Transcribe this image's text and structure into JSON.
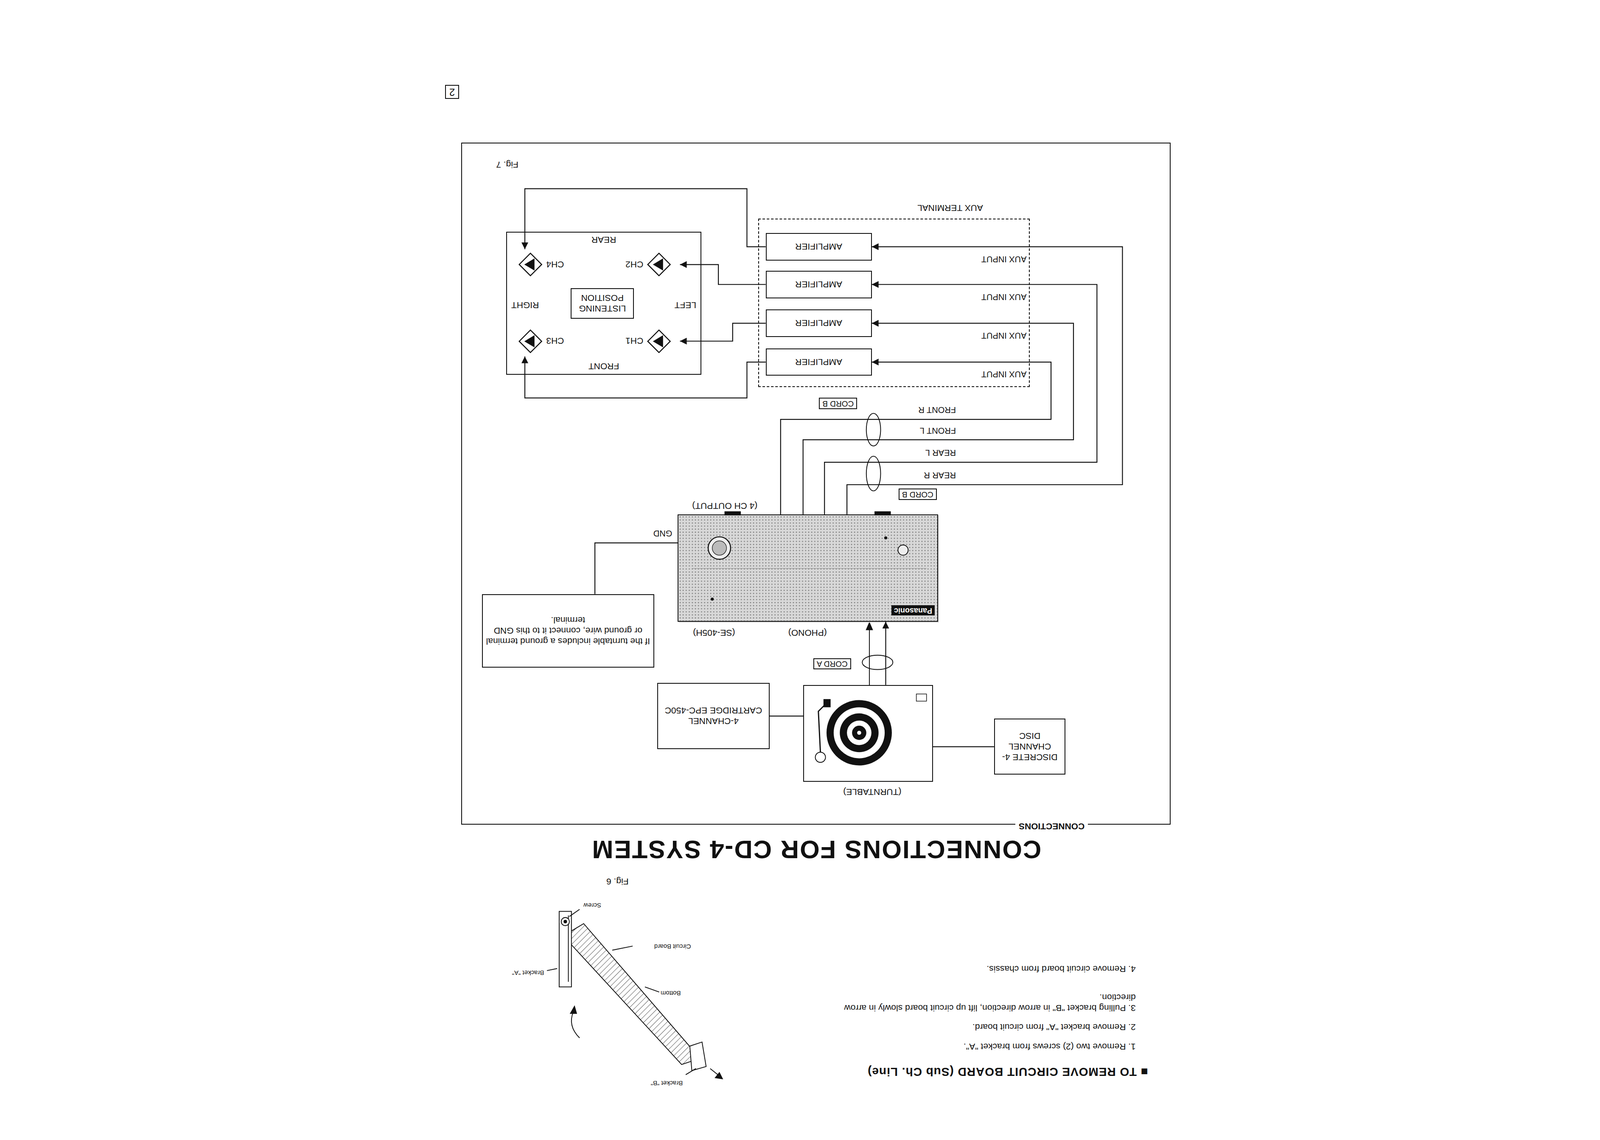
{
  "diagram": {
    "title": "CONNECTIONS FOR CD-4 SYSTEM",
    "nodes": [
      {
        "text": [
          "CONNECTIONS"
        ]
      },
      {
        "text": [
          "DISCRETE 4-CHANNEL DISC"
        ],
        "in": 0
      },
      {
        "text": [
          "(TURNTABLE)"
        ],
        "in": 0
      },
      {
        "text": [
          "4-CHANNEL CARTRIDGE EPC-450C"
        ],
        "in": 0
      },
      {
        "text": [
          "If the turntable includes a ground terminal or ground wire, connect it to this GND terminal."
        ],
        "in": 0
      },
      {
        "text": [
          "(PHONO)",
          "(SE-405H)",
          "(4 CH OUTPUT)"
        ],
        "in": 0
      },
      {
        "text": [
          "AUX TERMINAL"
        ],
        "in": 0
      },
      {
        "text": [
          "AMPLIFIER"
        ],
        "in": 6
      },
      {
        "text": [
          "AMPLIFIER"
        ],
        "in": 6
      },
      {
        "text": [
          "AMPLIFIER"
        ],
        "in": 6
      },
      {
        "text": [
          "AMPLIFIER"
        ],
        "in": 6
      },
      {
        "text": [
          "FRONT",
          "LEFT",
          "RIGHT",
          "REAR"
        ],
        "in": 0
      },
      {
        "text": [
          "LISTENING POSITION"
        ],
        "in": 11
      },
      {
        "text": [
          "CH1"
        ],
        "in": 11
      },
      {
        "text": [
          "CH3"
        ],
        "in": 11
      },
      {
        "text": [
          "CH2"
        ],
        "in": 11
      },
      {
        "text": [
          "CH4"
        ],
        "in": 11
      }
    ],
    "edges": [
      {
        "from": 1,
        "to": 2,
        "arrow": "none"
      },
      {
        "from": 3,
        "to": 2,
        "arrow": "none"
      },
      {
        "from": 2,
        "to": 5,
        "arrow": "to"
      },
      {
        "from": 4,
        "to": 5,
        "label": "GND",
        "arrow": "none"
      },
      {
        "from": 5,
        "to": 7,
        "label": "FRONT R",
        "arrow": "to"
      },
      {
        "from": 5,
        "to": 8,
        "label": "FRONT L",
        "arrow": "to"
      },
      {
        "from": 5,
        "to": 9,
        "label": "REAR L",
        "arrow": "to"
      },
      {
        "from": 5,
        "to": 10,
        "label": "REAR R",
        "arrow": "to"
      },
      {
        "from": 7,
        "to": 14,
        "arrow": "to"
      },
      {
        "from": 8,
        "to": 13,
        "arrow": "to"
      },
      {
        "from": 9,
        "to": 15,
        "arrow": "to"
      },
      {
        "from": 10,
        "to": 16,
        "arrow": "to"
      }
    ],
    "labels": [
      "■ TO REMOVE CIRCUIT BOARD (Sub Ch. Line)",
      "1. Remove two (2) screws from bracket \"A\".",
      "2. Remove bracket \"A\" from circuit board.",
      "3. Pulling bracket \"B\" in arrow direction, lift up circuit board slowly in arrow direction.",
      "4. Remove circuit board from chassis.",
      "Bracket \"B\"",
      "Bottom",
      "Circuit Board",
      "Bracket \"A\"",
      "Screw",
      "Fig. 6",
      "CORD A",
      "Panasonic",
      "CORD B",
      "CORD B",
      "AUX INPUT",
      "AUX INPUT",
      "AUX INPUT",
      "AUX INPUT",
      "Fig. 7",
      "2"
    ]
  }
}
